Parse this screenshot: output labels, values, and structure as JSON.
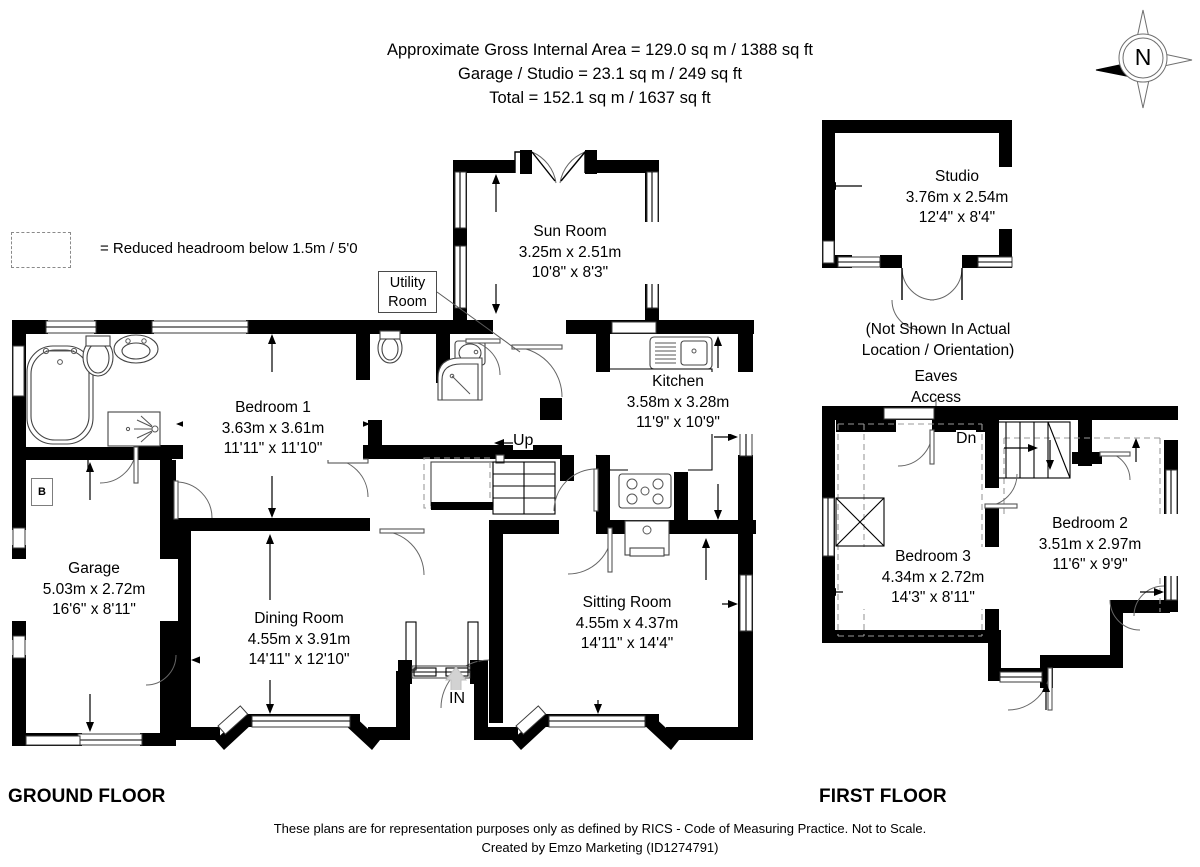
{
  "header": {
    "line1": "Approximate Gross Internal Area = 129.0 sq m / 1388 sq ft",
    "line2": "Garage / Studio = 23.1 sq m / 249 sq ft",
    "line3": "Total = 152.1 sq m / 1637 sq ft"
  },
  "legend": {
    "text": "= Reduced headroom below 1.5m / 5'0"
  },
  "compass": {
    "label": "N"
  },
  "floors": {
    "ground_label": "GROUND FLOOR",
    "first_label": "FIRST FLOOR"
  },
  "callouts": {
    "utility_line1": "Utility",
    "utility_line2": "Room",
    "studio_note_line1": "(Not Shown In Actual",
    "studio_note_line2": "Location / Orientation)",
    "eaves_line1": "Eaves",
    "eaves_line2": "Access",
    "boiler": "B"
  },
  "markers": {
    "up": "Up",
    "down": "Dn",
    "entrance": "IN"
  },
  "rooms": {
    "ground": [
      {
        "id": "sun-room",
        "name": "Sun Room",
        "metric": "3.25m x 2.51m",
        "imperial": "10'8\" x 8'3\""
      },
      {
        "id": "kitchen",
        "name": "Kitchen",
        "metric": "3.58m x 3.28m",
        "imperial": "11'9\" x 10'9\""
      },
      {
        "id": "bedroom-1",
        "name": "Bedroom 1",
        "metric": "3.63m x 3.61m",
        "imperial": "11'11\" x 11'10\""
      },
      {
        "id": "garage",
        "name": "Garage",
        "metric": "5.03m x 2.72m",
        "imperial": "16'6\" x 8'11\""
      },
      {
        "id": "dining-room",
        "name": "Dining Room",
        "metric": "4.55m x 3.91m",
        "imperial": "14'11\" x 12'10\""
      },
      {
        "id": "sitting-room",
        "name": "Sitting Room",
        "metric": "4.55m x 4.37m",
        "imperial": "14'11\" x 14'4\""
      }
    ],
    "first": [
      {
        "id": "studio",
        "name": "Studio",
        "metric": "3.76m x 2.54m",
        "imperial": "12'4\" x 8'4\""
      },
      {
        "id": "bedroom-2",
        "name": "Bedroom 2",
        "metric": "3.51m x 2.97m",
        "imperial": "11'6\" x 9'9\""
      },
      {
        "id": "bedroom-3",
        "name": "Bedroom 3",
        "metric": "4.34m x 2.72m",
        "imperial": "14'3\" x 8'11\""
      }
    ]
  },
  "footer": {
    "line1": "These plans are for representation purposes only as defined by RICS - Code of Measuring Practice. Not to Scale.",
    "line2": "Created by Emzo Marketing (ID1274791)"
  }
}
